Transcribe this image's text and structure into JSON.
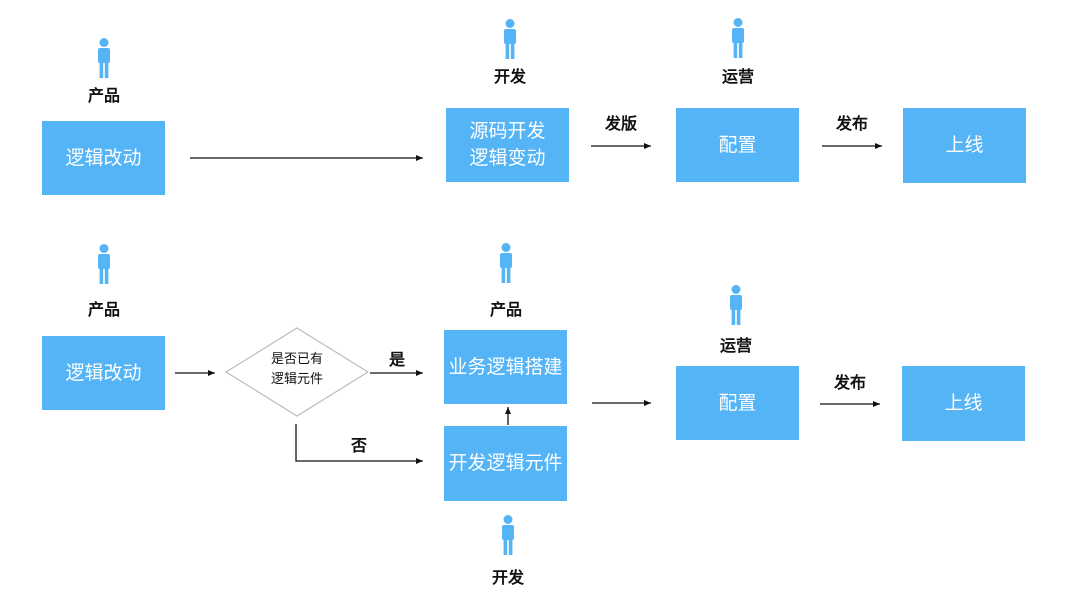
{
  "colors": {
    "box": "#55b4f5",
    "person": "#55b4f5",
    "arrow": "#111111",
    "decision_border": "#bbbbbb"
  },
  "row1": {
    "roles": {
      "product": "产品",
      "dev": "开发",
      "ops": "运营"
    },
    "logic_change": "逻辑改动",
    "dev_box": [
      "源码开发",
      "逻辑变动"
    ],
    "release_label": "发版",
    "config": "配置",
    "publish_label": "发布",
    "online": "上线"
  },
  "row2": {
    "roles": {
      "product": "产品",
      "product_mid": "产品",
      "ops": "运营",
      "dev": "开发"
    },
    "logic_change": "逻辑改动",
    "decision": [
      "是否已有",
      "逻辑元件"
    ],
    "yes_label": "是",
    "no_label": "否",
    "build": "业务逻辑搭建",
    "develop": "开发逻辑元件",
    "config": "配置",
    "publish_label": "发布",
    "online": "上线"
  }
}
